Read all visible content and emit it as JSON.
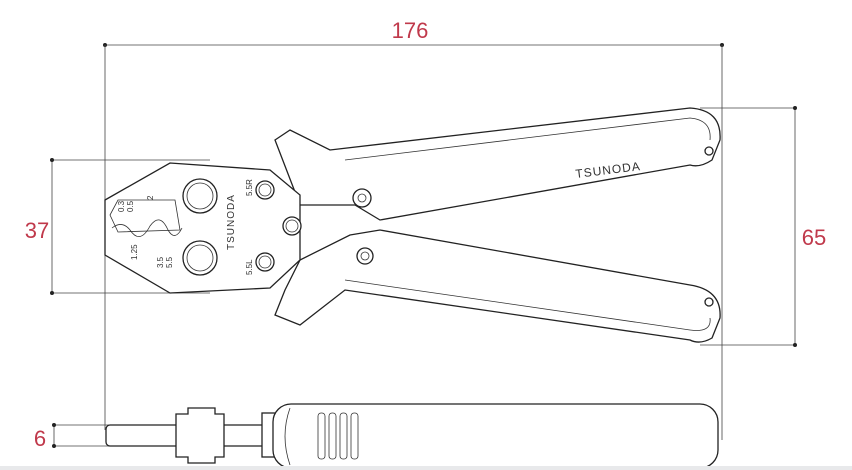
{
  "title": "TSUNODA crimping pliers dimension drawing",
  "dimensions": {
    "length": "176",
    "jaw_height": "37",
    "handle_span": "65",
    "thickness": "6"
  },
  "brand": "TSUNODA",
  "die_labels": {
    "small_top": "0.3\n0.5",
    "small_top_a": "0.3",
    "small_top_b": "0.5",
    "two": "2",
    "one_25": "1.25",
    "large_a": "3.5",
    "large_b": "5.5",
    "r": "5.5R",
    "l": "5.5L"
  },
  "colors": {
    "dimension_text": "#c0394b",
    "outline": "#222222"
  }
}
